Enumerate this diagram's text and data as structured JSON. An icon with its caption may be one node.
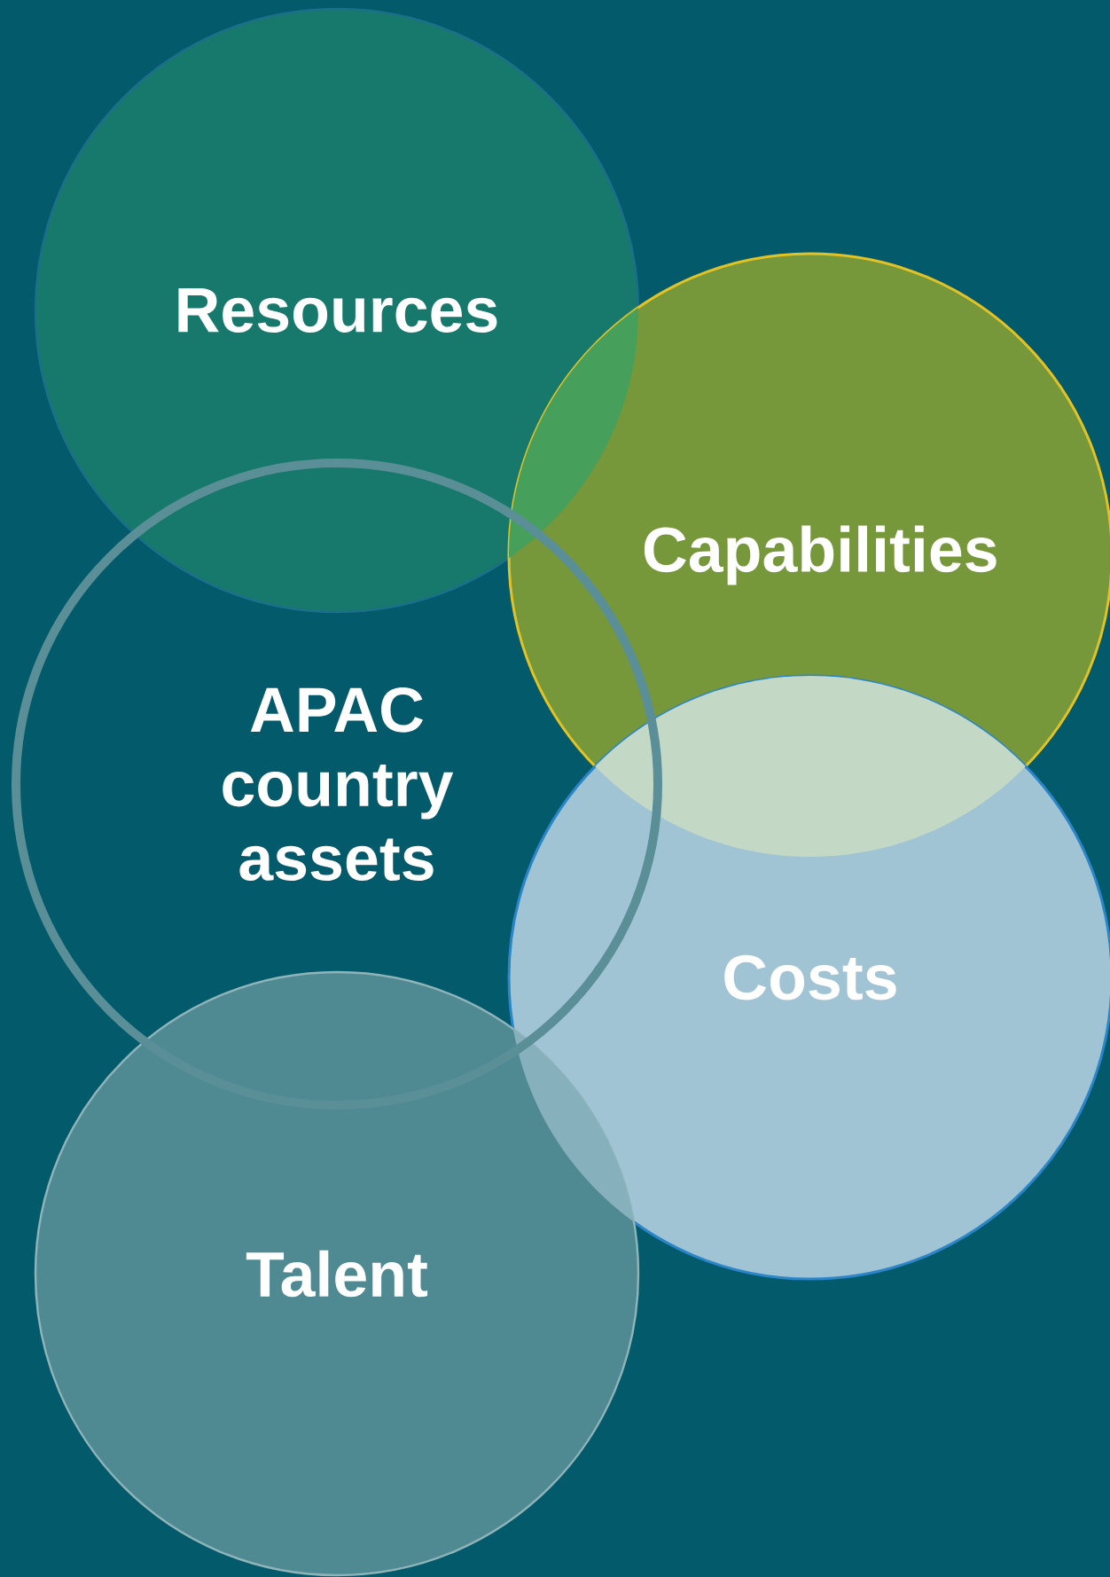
{
  "diagram": {
    "nodes": [
      {
        "text": [
          "Resources"
        ]
      },
      {
        "text": [
          "Capabilities"
        ]
      },
      {
        "text": [
          "APAC country assets"
        ]
      },
      {
        "text": [
          "Costs"
        ]
      },
      {
        "text": [
          "Talent"
        ]
      }
    ]
  }
}
